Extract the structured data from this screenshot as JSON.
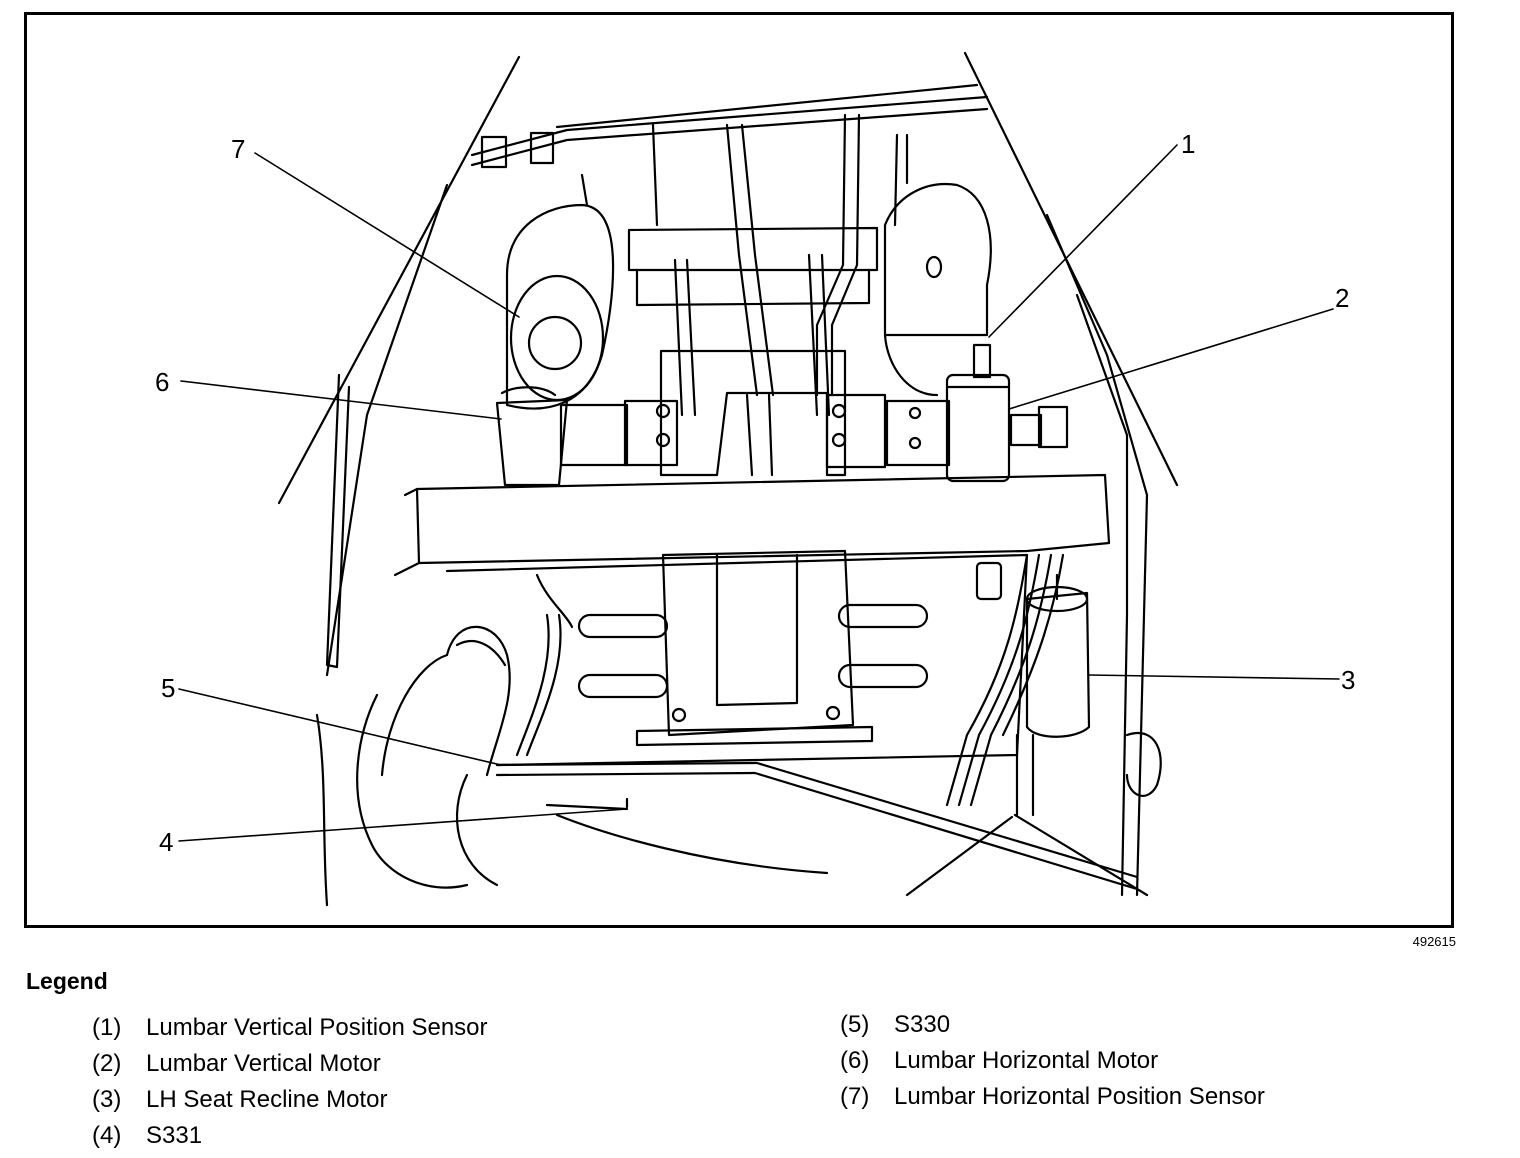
{
  "figure_id": "492615",
  "legend_title": "Legend",
  "callouts": [
    {
      "num": "1",
      "label": "Lumbar Vertical Position Sensor"
    },
    {
      "num": "2",
      "label": "Lumbar Vertical Motor"
    },
    {
      "num": "3",
      "label": "LH Seat Recline Motor"
    },
    {
      "num": "4",
      "label": "S331"
    },
    {
      "num": "5",
      "label": "S330"
    },
    {
      "num": "6",
      "label": "Lumbar Horizontal Motor"
    },
    {
      "num": "7",
      "label": "Lumbar Horizontal Position Sensor"
    }
  ],
  "legend_marks": {
    "1": "(1)",
    "2": "(2)",
    "3": "(3)",
    "4": "(4)",
    "5": "(5)",
    "6": "(6)",
    "7": "(7)"
  }
}
